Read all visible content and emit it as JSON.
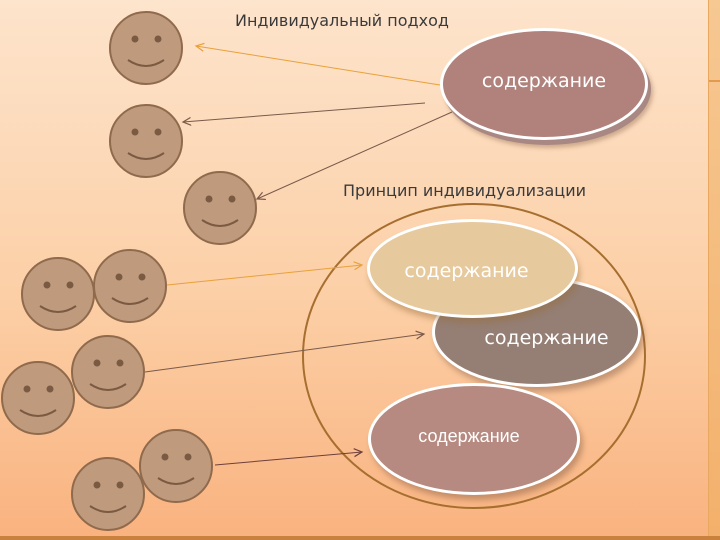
{
  "titles": {
    "individual_approach": "Индивидуальный подход",
    "individualization_principle": "Принцип индивидуализации"
  },
  "ellipses": {
    "top": "содержание",
    "light": "содержание",
    "mid": "содержание",
    "bottom": "содержание"
  },
  "colors": {
    "background_top": "#fde4cc",
    "background_bottom": "#f9b27f",
    "face_fill": "#c09a7c",
    "face_stroke": "#8f6a4c",
    "ellipse_top": "#b1827c",
    "ellipse_mid": "#957e73",
    "ellipse_light": "#e6c99c",
    "ellipse_bottom": "#b68a80",
    "big_circle_stroke": "#a66f2f",
    "arrow_orange": "#e8a13a",
    "arrow_brown": "#7a5a4a"
  },
  "icons": {
    "face": "smiley-face-icon"
  }
}
